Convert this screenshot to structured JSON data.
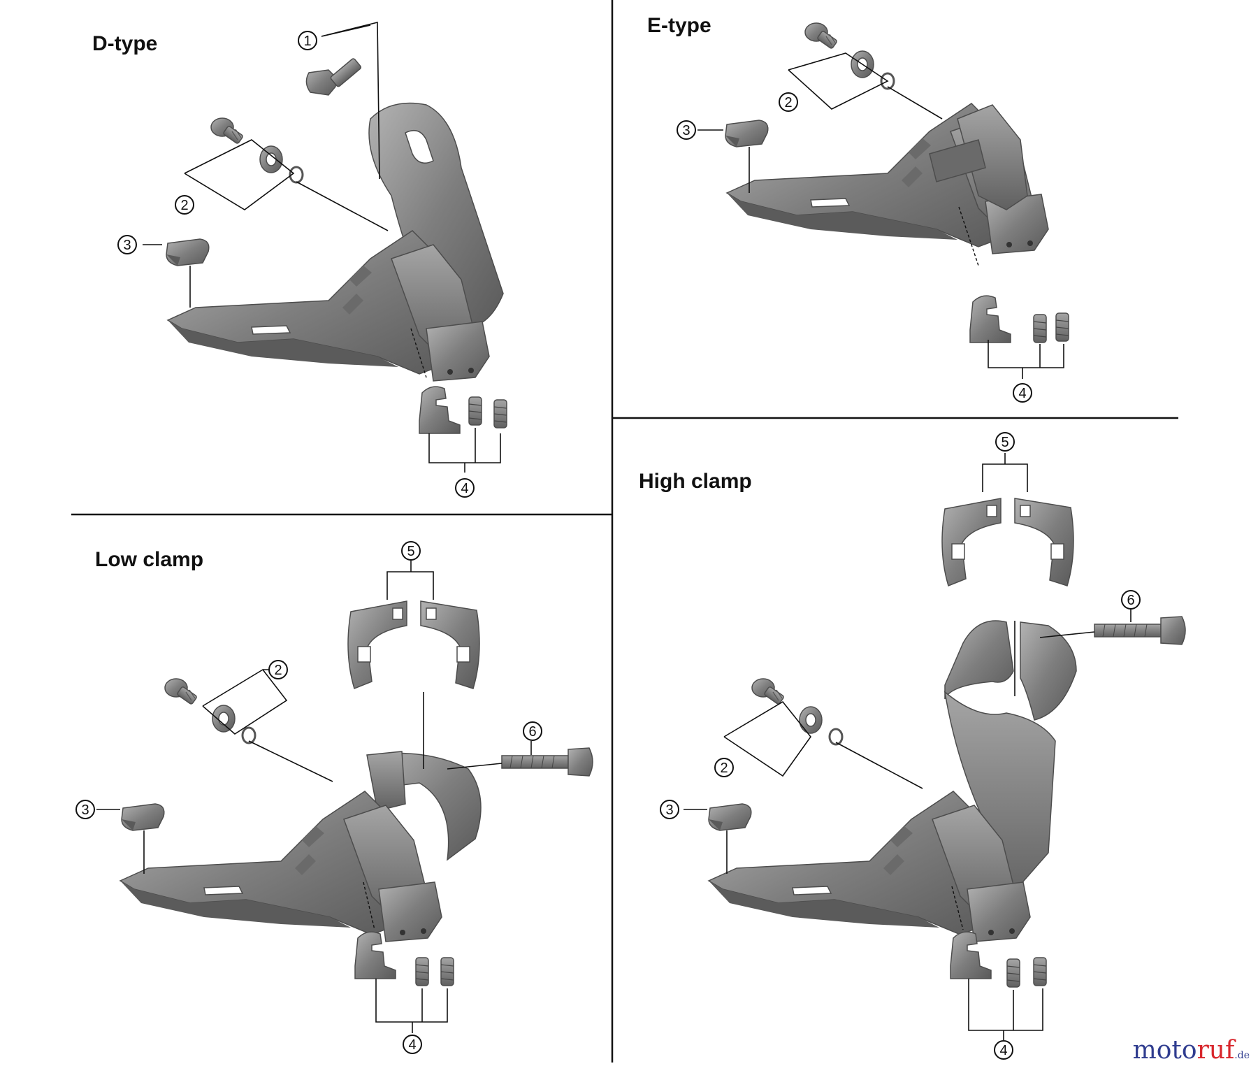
{
  "panels": {
    "d_type": {
      "title": "D-type",
      "callouts": [
        "1",
        "2",
        "3",
        "4"
      ]
    },
    "e_type": {
      "title": "E-type",
      "callouts": [
        "2",
        "3",
        "4"
      ]
    },
    "low_clamp": {
      "title": "Low clamp",
      "callouts": [
        "2",
        "3",
        "4",
        "5",
        "6"
      ]
    },
    "high_clamp": {
      "title": "High clamp",
      "callouts": [
        "2",
        "3",
        "4",
        "5",
        "6"
      ]
    }
  },
  "colors": {
    "part_fill": "#7d7d7d",
    "part_light": "#a9a9a9",
    "part_dark": "#555555",
    "line": "#111111"
  },
  "watermark": {
    "brand_a": "moto",
    "brand_b": "ruf",
    "tld": ".de"
  }
}
